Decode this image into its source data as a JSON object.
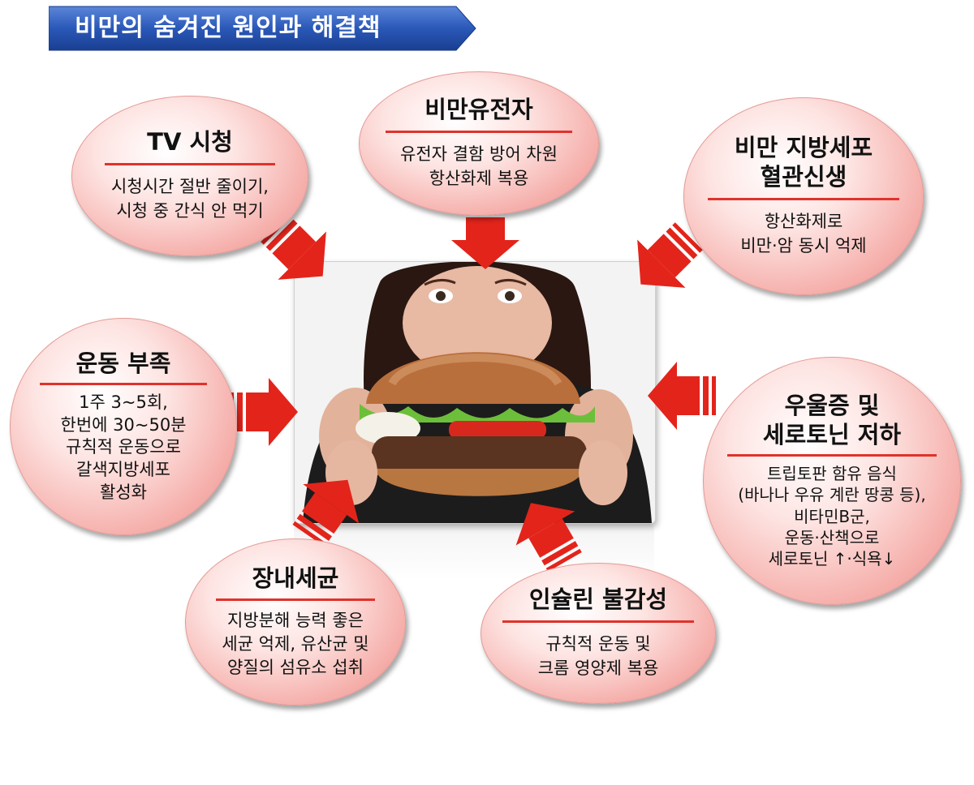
{
  "title": "비만의 숨겨진 원인과 해결책",
  "colors": {
    "banner": "#1e4fb5",
    "arrow": "#e3241b",
    "bubble": "#f6b2ae",
    "divider": "#e0322b"
  },
  "image": {
    "icon": "person-eating-burger-photo"
  },
  "bubbles": {
    "tv": {
      "title": "TV 시청",
      "lines": [
        "시청시간 절반 줄이기,",
        "시청 중 간식 안 먹기"
      ]
    },
    "gene": {
      "title": "비만유전자",
      "lines": [
        "유전자 결함 방어 차원",
        "항산화제 복용"
      ]
    },
    "fatcell": {
      "title_lines": [
        "비만 지방세포",
        "혈관신생"
      ],
      "lines": [
        "항산화제로",
        "비만·암 동시 억제"
      ]
    },
    "exercise": {
      "title": "운동 부족",
      "lines": [
        "1주 3~5회,",
        "한번에 30~50분",
        "규칙적 운동으로",
        "갈색지방세포",
        "활성화"
      ]
    },
    "depression": {
      "title_lines": [
        "우울증 및",
        "세로토닌 저하"
      ],
      "lines": [
        "트립토판 함유 음식",
        "(바나나 우유 계란 땅콩 등),",
        "비타민B군,",
        "운동·산책으로",
        "세로토닌 ↑·식욕↓"
      ]
    },
    "gut": {
      "title": "장내세균",
      "lines": [
        "지방분해 능력 좋은",
        "세균 억제, 유산균 및",
        "양질의 섬유소 섭취"
      ]
    },
    "insulin": {
      "title": "인슐린 불감성",
      "lines": [
        "규칙적 운동 및",
        "크롬 영양제 복용"
      ]
    }
  }
}
